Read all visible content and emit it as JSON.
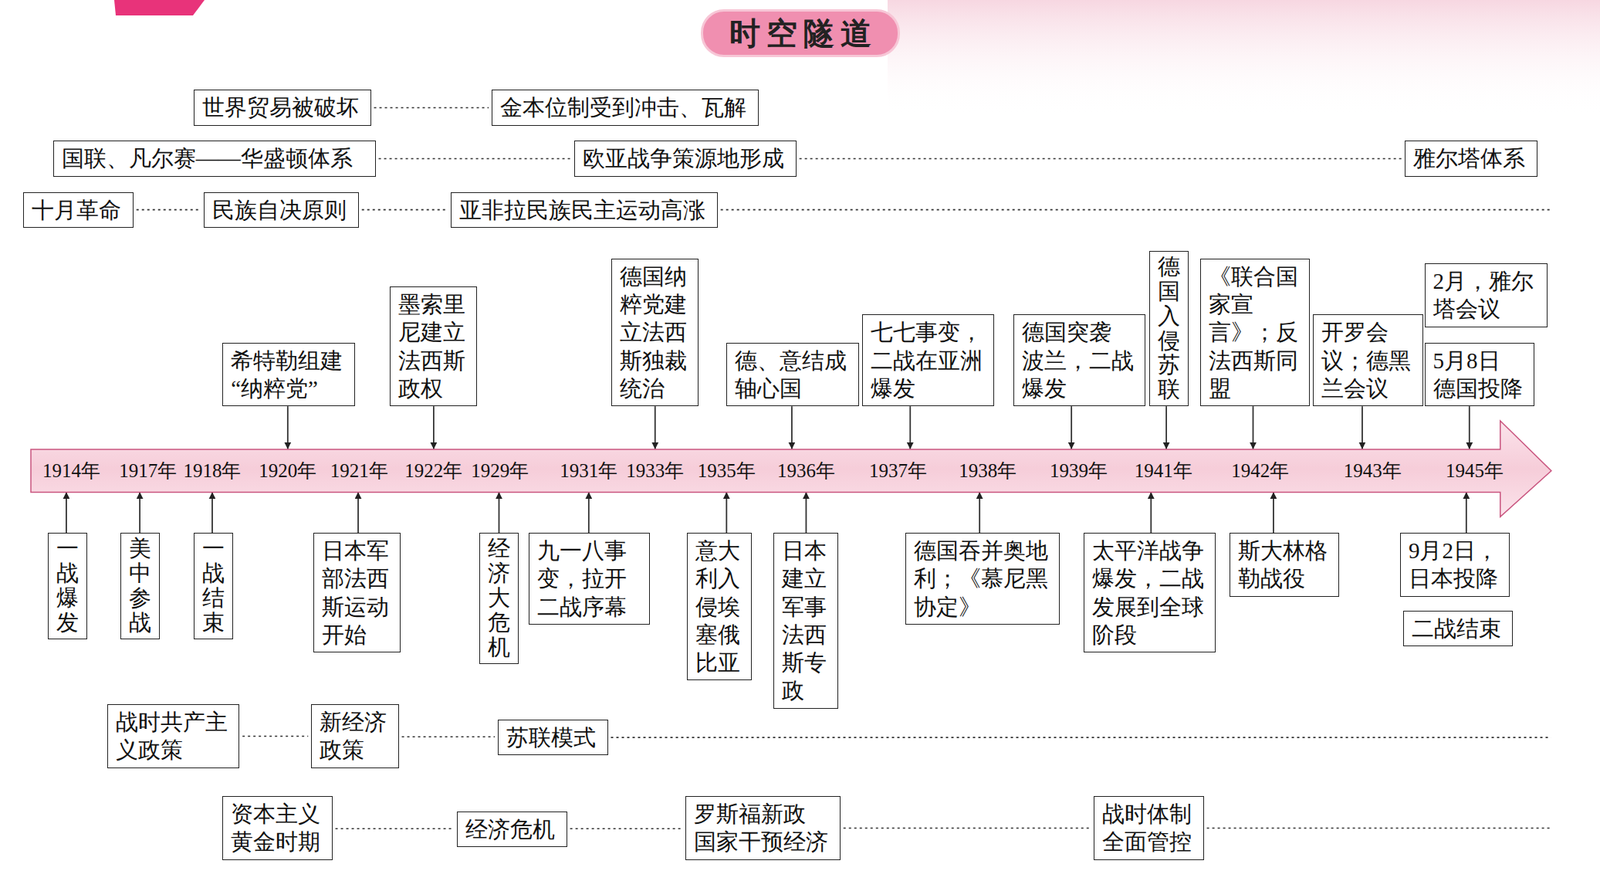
{
  "diagram": {
    "title": "时空隧道",
    "nodes": [
      {
        "text": [
          "世界贸易被破坏"
        ]
      },
      {
        "text": [
          "金本位制受到冲击、瓦解"
        ]
      },
      {
        "text": [
          "国联、凡尔赛——华盛顿体系"
        ]
      },
      {
        "text": [
          "欧亚战争策源地形成"
        ]
      },
      {
        "text": [
          "雅尔塔体系"
        ]
      },
      {
        "text": [
          "十月革命"
        ]
      },
      {
        "text": [
          "民族自决原则"
        ]
      },
      {
        "text": [
          "亚非拉民族民主运动高涨"
        ]
      },
      {
        "text": [
          "希特勒组建“纳粹党”"
        ]
      },
      {
        "text": [
          "墨索里尼建立法西斯政权"
        ]
      },
      {
        "text": [
          "德国纳粹党建立法西斯独裁统治"
        ]
      },
      {
        "text": [
          "德、意结成轴心国"
        ]
      },
      {
        "text": [
          "七七事变，二战在亚洲爆发"
        ]
      },
      {
        "text": [
          "德国突袭 波兰，二战爆发"
        ]
      },
      {
        "text": [
          "德国入侵苏联"
        ]
      },
      {
        "text": [
          "《联合国家宣言》；反法西斯同盟"
        ]
      },
      {
        "text": [
          "开罗会议；德黑兰会议"
        ]
      },
      {
        "text": [
          "2月，雅尔塔会议"
        ]
      },
      {
        "text": [
          "5月8日 德国投降"
        ]
      },
      {
        "text": [
          "1914年",
          "1917年",
          "1918年",
          "1920年",
          "1921年",
          "1922年",
          "1929年",
          "1931年",
          "1933年",
          "1935年",
          "1936年",
          "1937年",
          "1938年",
          "1939年",
          "1941年",
          "1942年",
          "1943年",
          "1945年"
        ]
      },
      {
        "text": [
          "一战爆发"
        ]
      },
      {
        "text": [
          "美中参战"
        ]
      },
      {
        "text": [
          "一战结束"
        ]
      },
      {
        "text": [
          "日本军部法西斯运动开始"
        ]
      },
      {
        "text": [
          "经济大危机"
        ]
      },
      {
        "text": [
          "九一八事变，拉开二战序幕"
        ]
      },
      {
        "text": [
          "意大利入侵埃塞俄比亚"
        ]
      },
      {
        "text": [
          "日本建立军事法西斯专政"
        ]
      },
      {
        "text": [
          "德国吞并奥地利；《慕尼黑协定》"
        ]
      },
      {
        "text": [
          "太平洋战争爆发，二战发展到全球阶段"
        ]
      },
      {
        "text": [
          "斯大林格勒战役"
        ]
      },
      {
        "text": [
          "9月2日，日本投降"
        ]
      },
      {
        "text": [
          "二战结束"
        ]
      },
      {
        "text": [
          "战时共产主义政策"
        ]
      },
      {
        "text": [
          "新经济政策"
        ]
      },
      {
        "text": [
          "苏联模式"
        ]
      },
      {
        "text": [
          "资本主义黄金时期"
        ]
      },
      {
        "text": [
          "经济危机"
        ]
      },
      {
        "text": [
          "罗斯福新政 国家干预经济"
        ]
      },
      {
        "text": [
          "战时体制全面管控"
        ]
      }
    ],
    "edges": [
      {
        "from": 0,
        "to": 1,
        "arrow": "none"
      },
      {
        "from": 2,
        "to": 3,
        "arrow": "none"
      },
      {
        "from": 3,
        "to": 4,
        "arrow": "none"
      },
      {
        "from": 5,
        "to": 6,
        "arrow": "none"
      },
      {
        "from": 6,
        "to": 7,
        "arrow": "none"
      },
      {
        "from": 8,
        "to": 19,
        "arrow": "to"
      },
      {
        "from": 9,
        "to": 19,
        "arrow": "to"
      },
      {
        "from": 10,
        "to": 19,
        "arrow": "to"
      },
      {
        "from": 11,
        "to": 19,
        "arrow": "to"
      },
      {
        "from": 12,
        "to": 19,
        "arrow": "to"
      },
      {
        "from": 13,
        "to": 19,
        "arrow": "to"
      },
      {
        "from": 14,
        "to": 19,
        "arrow": "to"
      },
      {
        "from": 15,
        "to": 19,
        "arrow": "to"
      },
      {
        "from": 16,
        "to": 19,
        "arrow": "to"
      },
      {
        "from": 18,
        "to": 19,
        "arrow": "to"
      },
      {
        "from": 20,
        "to": 19,
        "arrow": "to"
      },
      {
        "from": 21,
        "to": 19,
        "arrow": "to"
      },
      {
        "from": 22,
        "to": 19,
        "arrow": "to"
      },
      {
        "from": 23,
        "to": 19,
        "arrow": "to"
      },
      {
        "from": 24,
        "to": 19,
        "arrow": "to"
      },
      {
        "from": 25,
        "to": 19,
        "arrow": "to"
      },
      {
        "from": 26,
        "to": 19,
        "arrow": "to"
      },
      {
        "from": 27,
        "to": 19,
        "arrow": "to"
      },
      {
        "from": 28,
        "to": 19,
        "arrow": "to"
      },
      {
        "from": 29,
        "to": 19,
        "arrow": "to"
      },
      {
        "from": 30,
        "to": 19,
        "arrow": "to"
      },
      {
        "from": 31,
        "to": 19,
        "arrow": "to"
      },
      {
        "from": 33,
        "to": 34,
        "arrow": "none"
      },
      {
        "from": 34,
        "to": 35,
        "arrow": "none"
      },
      {
        "from": 36,
        "to": 37,
        "arrow": "none"
      },
      {
        "from": 37,
        "to": 38,
        "arrow": "none"
      },
      {
        "from": 38,
        "to": 39,
        "arrow": "none"
      }
    ]
  }
}
